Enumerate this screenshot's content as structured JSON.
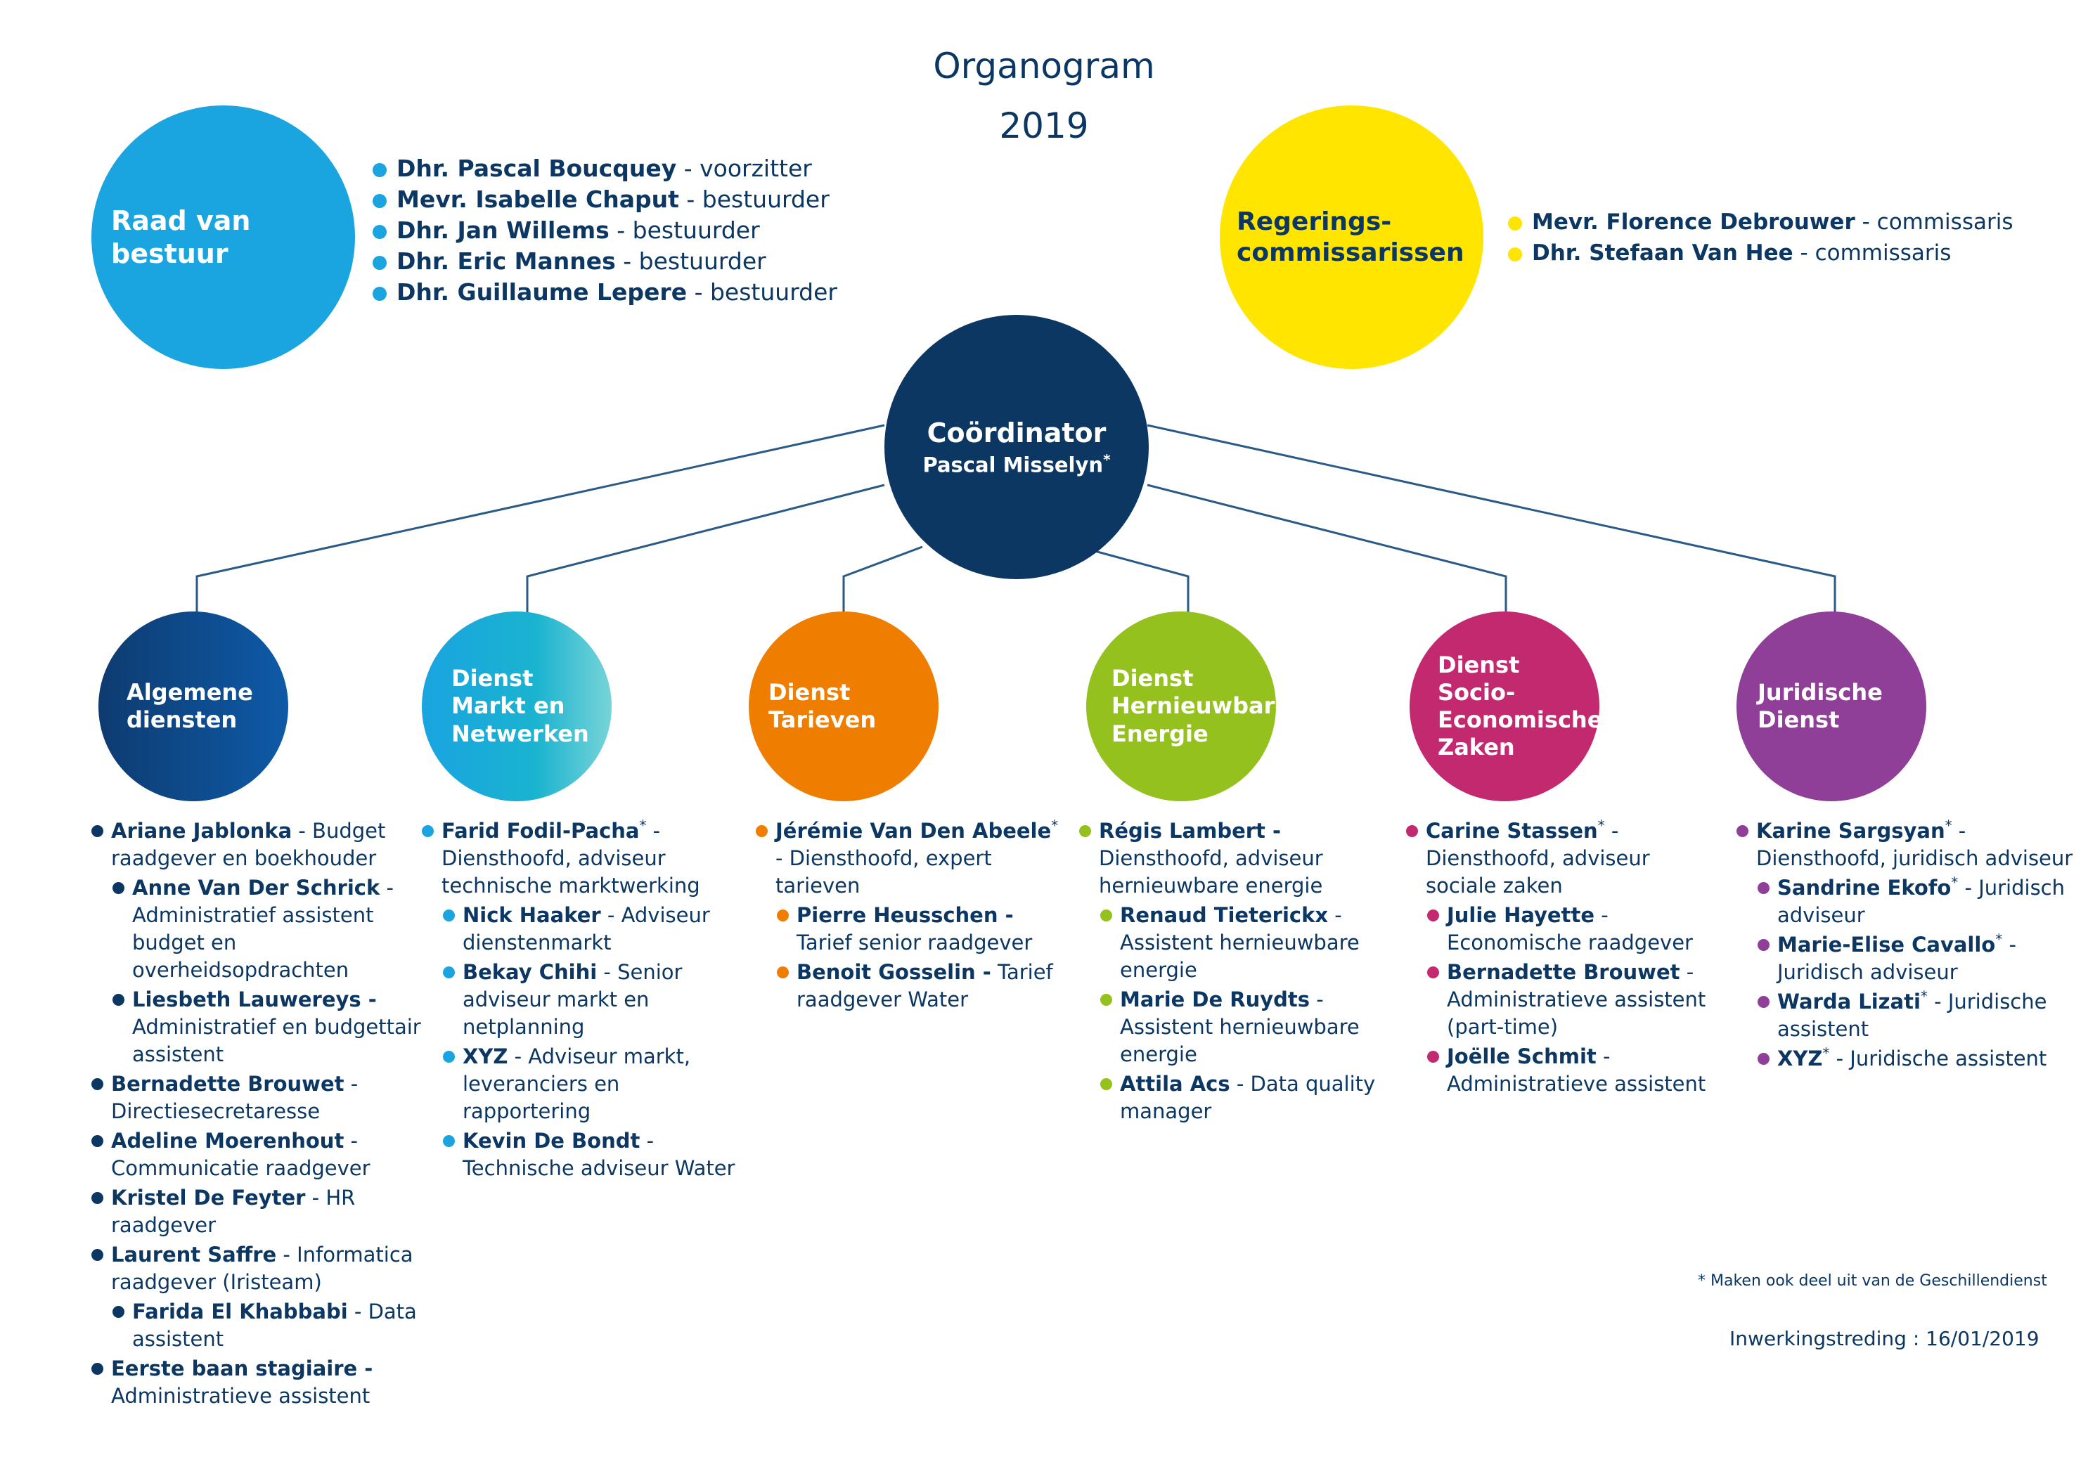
{
  "header": {
    "title": "Organogram",
    "year": "2019"
  },
  "raad": {
    "label": "Raad van\nbestuur",
    "color": "#1aa4e0",
    "members": [
      {
        "name": "Dhr. Pascal Boucquey",
        "role": " - voorzitter"
      },
      {
        "name": "Mevr. Isabelle Chaput",
        "role": " - bestuurder"
      },
      {
        "name": "Dhr. Jan Willems",
        "role": " - bestuurder"
      },
      {
        "name": "Dhr. Eric Mannes",
        "role": " - bestuurder"
      },
      {
        "name": "Dhr. Guillaume Lepere",
        "role": " - bestuurder"
      }
    ]
  },
  "regering": {
    "label": "Regerings-\ncommissarissen",
    "color": "#ffe500",
    "members": [
      {
        "name": "Mevr. Florence Debrouwer",
        "role": " - commissaris"
      },
      {
        "name": "Dhr. Stefaan Van Hee",
        "role": " - commissaris"
      }
    ]
  },
  "coordinator": {
    "title": "Coördinator",
    "name": "Pascal Misselyn",
    "mark": "*",
    "color": "#0b3762"
  },
  "departments": [
    {
      "label": "Algemene\ndiensten",
      "dot": "#0b3762",
      "staff": [
        {
          "name": "Ariane Jablonka",
          "rest": " - Budget raadgever en boekhouder",
          "sub": false
        },
        {
          "name": "Anne Van Der Schrick",
          "rest": " - Administratief assistent budget en overheidsopdrachten",
          "sub": true
        },
        {
          "name": "Liesbeth Lauwereys -",
          "rest": " Administratief en budgettair assistent",
          "sub": true
        },
        {
          "name": "Bernadette Brouwet",
          "rest": " - Directiesecretaresse",
          "sub": false
        },
        {
          "name": "Adeline Moerenhout",
          "rest": " - Communicatie raadgever",
          "sub": false
        },
        {
          "name": "Kristel De Feyter",
          "rest": " - HR raadgever",
          "sub": false
        },
        {
          "name": "Laurent Saffre",
          "rest": " - Informatica raadgever (Iristeam)",
          "sub": false
        },
        {
          "name": "Farida El Khabbabi",
          "rest": " - Data assistent",
          "sub": true
        },
        {
          "name": "Eerste baan stagiaire -",
          "rest": " Administratieve assistent",
          "sub": false
        }
      ]
    },
    {
      "label": "Dienst\nMarkt en\nNetwerken",
      "dot": "#1aa4e0",
      "staff": [
        {
          "name": "Farid Fodil-Pacha",
          "mark": "*",
          "rest": " - Diensthoofd, adviseur technische marktwerking",
          "sub": false
        },
        {
          "name": "Nick Haaker",
          "rest": " - Adviseur dienstenmarkt",
          "sub": true
        },
        {
          "name": "Bekay Chihi",
          "rest": " - Senior adviseur markt en netplanning",
          "sub": true
        },
        {
          "name": "XYZ",
          "rest": " - Adviseur markt, leveranciers en rapportering",
          "sub": true
        },
        {
          "name": "Kevin De Bondt",
          "rest": " - Technische adviseur Water",
          "sub": true
        }
      ]
    },
    {
      "label": "Dienst\nTarieven",
      "dot": "#ef7d00",
      "staff": [
        {
          "name": "Jérémie Van Den Abeele",
          "mark": "*",
          "rest": " - Diensthoofd, expert tarieven",
          "sub": false
        },
        {
          "name": "Pierre Heusschen -",
          "rest": " Tarief senior raadgever",
          "sub": true
        },
        {
          "name": "Benoit Gosselin -",
          "rest": " Tarief raadgever Water",
          "sub": true
        }
      ]
    },
    {
      "label": "Dienst\nHernieuwbare\nEnergie",
      "dot": "#95c11f",
      "staff": [
        {
          "name": "Régis Lambert -",
          "rest": " Diensthoofd, adviseur hernieuwbare energie",
          "sub": false
        },
        {
          "name": "Renaud Tieterickx",
          "rest": " - Assistent hernieuwbare energie",
          "sub": true
        },
        {
          "name": "Marie De Ruydts",
          "rest": " - Assistent hernieuwbare energie",
          "sub": true
        },
        {
          "name": "Attila Acs",
          "rest": " - Data quality manager",
          "sub": true
        }
      ]
    },
    {
      "label": "Dienst Socio-\nEconomische\nZaken",
      "dot": "#c2296f",
      "staff": [
        {
          "name": "Carine Stassen",
          "mark": "*",
          "rest": " - Diensthoofd, adviseur sociale zaken",
          "sub": false
        },
        {
          "name": "Julie Hayette",
          "rest": " - Economische raadgever",
          "sub": true
        },
        {
          "name": "Bernadette Brouwet",
          "rest": " - Administratieve assistent (part-time)",
          "sub": true
        },
        {
          "name": "Joëlle Schmit",
          "rest": " - Administratieve assistent",
          "sub": true
        }
      ]
    },
    {
      "label": "Juridische\nDienst",
      "dot": "#8f3f97",
      "staff": [
        {
          "name": "Karine Sargsyan",
          "mark": "*",
          "rest": " - Diensthoofd, juridisch adviseur",
          "sub": false
        },
        {
          "name": "Sandrine Ekofo",
          "mark": "*",
          "rest": " - Juridisch adviseur",
          "sub": true
        },
        {
          "name": "Marie-Elise Cavallo",
          "mark": "*",
          "rest": " - Juridisch adviseur",
          "sub": true
        },
        {
          "name": "Warda Lizati",
          "mark": "*",
          "rest": " - Juridische assistent",
          "sub": true
        },
        {
          "name": "XYZ",
          "mark": "*",
          "rest": " - Juridische assistent",
          "sub": true
        }
      ]
    }
  ],
  "footnote": "* Maken ook deel uit van de Geschillendienst",
  "effective": "Inwerkingstreding : 16/01/2019"
}
